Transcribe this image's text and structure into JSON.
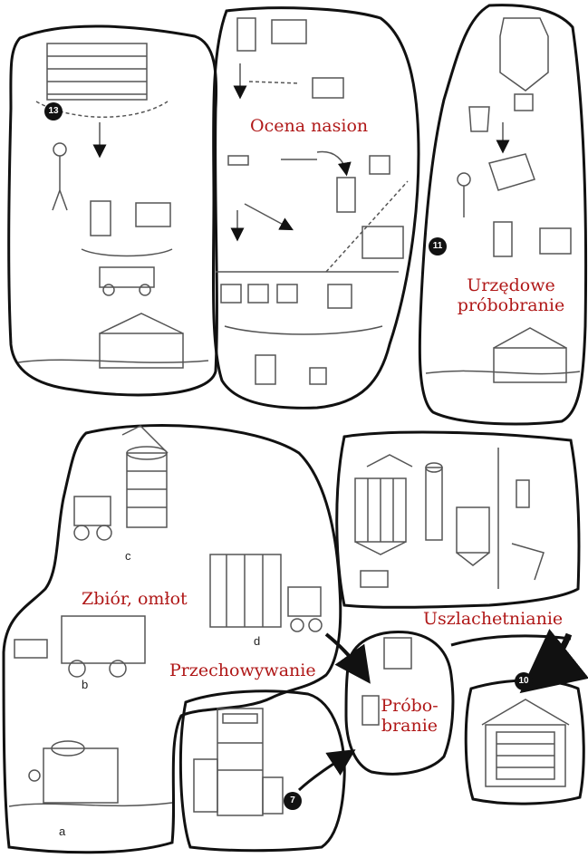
{
  "labels": {
    "ocena": "Ocena nasion",
    "urzedowe_1": "Urzędowe",
    "urzedowe_2": "próbobranie",
    "zbior": "Zbiór, omłot",
    "przechowywanie": "Przechowywanie",
    "uszlachetnianie": "Uszlachetnianie",
    "probo_1": "Próbo-",
    "probo_2": "branie"
  },
  "step_letters": [
    "a",
    "b",
    "c",
    "d"
  ],
  "step_numbers": [
    "13",
    "11",
    "10",
    "7"
  ],
  "colors": {
    "label": "#b01818",
    "line": "#111111",
    "sketch": "#555555",
    "badge": "#111111"
  }
}
